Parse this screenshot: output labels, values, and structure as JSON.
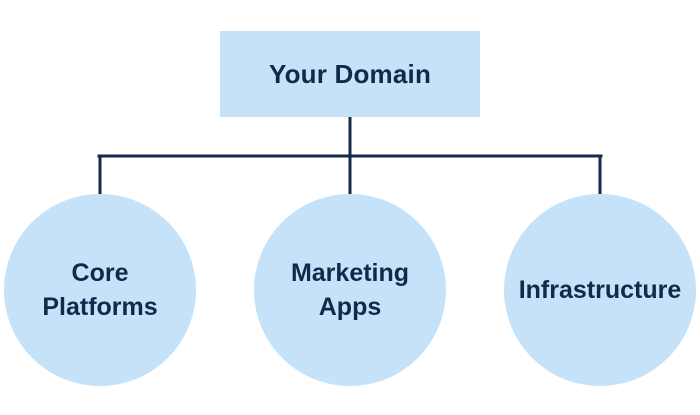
{
  "colors": {
    "box_fill": "#c5e2f9",
    "text": "#13294b",
    "connector": "#13294b",
    "background": "#ffffff"
  },
  "root": {
    "label": "Your Domain"
  },
  "children": [
    {
      "lines": [
        "Core",
        "Platforms"
      ]
    },
    {
      "lines": [
        "Marketing",
        "Apps"
      ]
    },
    {
      "lines": [
        "Infrastructure"
      ]
    }
  ]
}
